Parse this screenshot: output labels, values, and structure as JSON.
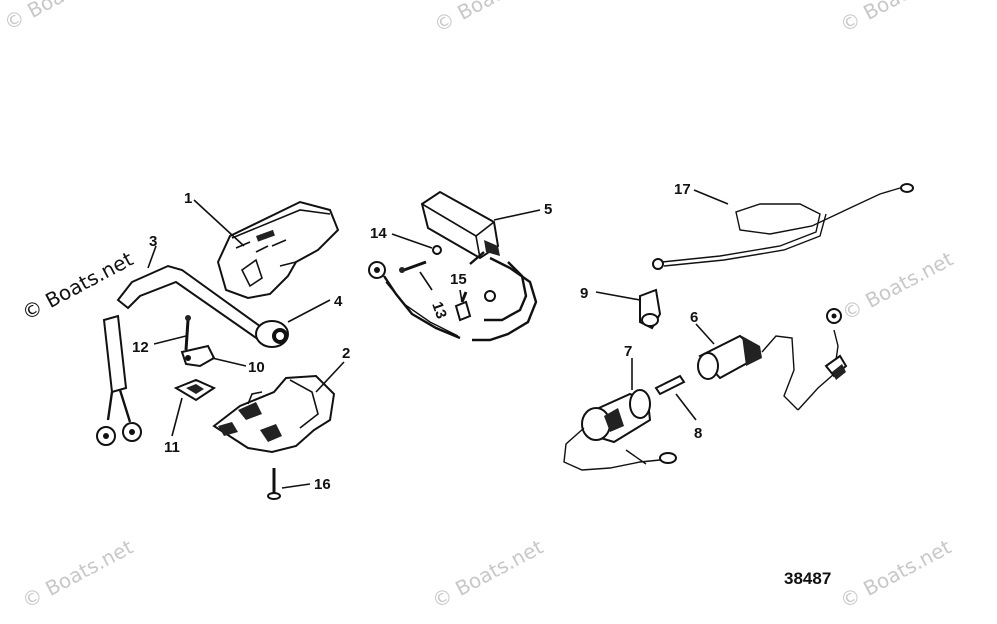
{
  "watermark": {
    "text": "© Boats.net"
  },
  "figure_number": "38487",
  "callouts": [
    "1",
    "2",
    "3",
    "4",
    "5",
    "6",
    "7",
    "8",
    "9",
    "10",
    "11",
    "12",
    "13",
    "14",
    "15",
    "16",
    "17"
  ]
}
